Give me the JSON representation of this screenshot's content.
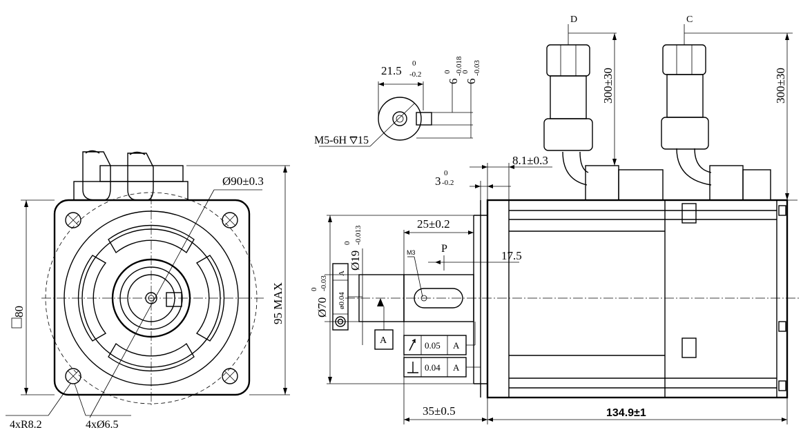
{
  "front_view": {
    "diameter_90": "Ø90±0.3",
    "height_95": "95 MAX",
    "square_80": "80",
    "corner_radius": "4xR8.2",
    "hole_dia": "4xØ6.5"
  },
  "shaft_end_view": {
    "len_base": "21.5",
    "len_tol_up": "0",
    "len_tol_dn": "-0.2",
    "width_base": "6",
    "width_tol_up": "0",
    "width_tol_dn": "-0.018",
    "depth_base": "6",
    "depth_tol_up": "0",
    "depth_tol_dn": "-0.03",
    "thread": "M5-6H",
    "thread_depth": "15"
  },
  "side_view": {
    "cable_d": "D",
    "cable_c": "C",
    "cable_len_d": "300±30",
    "cable_len_c": "300±30",
    "dim_8_1": "8.1±0.3",
    "dim_3_base": "3",
    "dim_3_up": "0",
    "dim_3_dn": "-0.2",
    "key_len": "25±0.2",
    "shaft_base": "Ø19",
    "shaft_up": "0",
    "shaft_dn": "-0.013",
    "m3": "M3",
    "p_label": "P",
    "dim_17_5": "17.5",
    "pilot_base": "Ø70",
    "pilot_up": "0",
    "pilot_dn": "-0.03",
    "flange_thk": "35±0.5",
    "body_len": "134.9±1",
    "datum": "A",
    "tol_coax_val": "ø0.04",
    "tol_coax_ref": "A",
    "tol_runout_val": "0.05",
    "tol_runout_ref": "A",
    "tol_perp_val": "0.04",
    "tol_perp_ref": "A"
  }
}
